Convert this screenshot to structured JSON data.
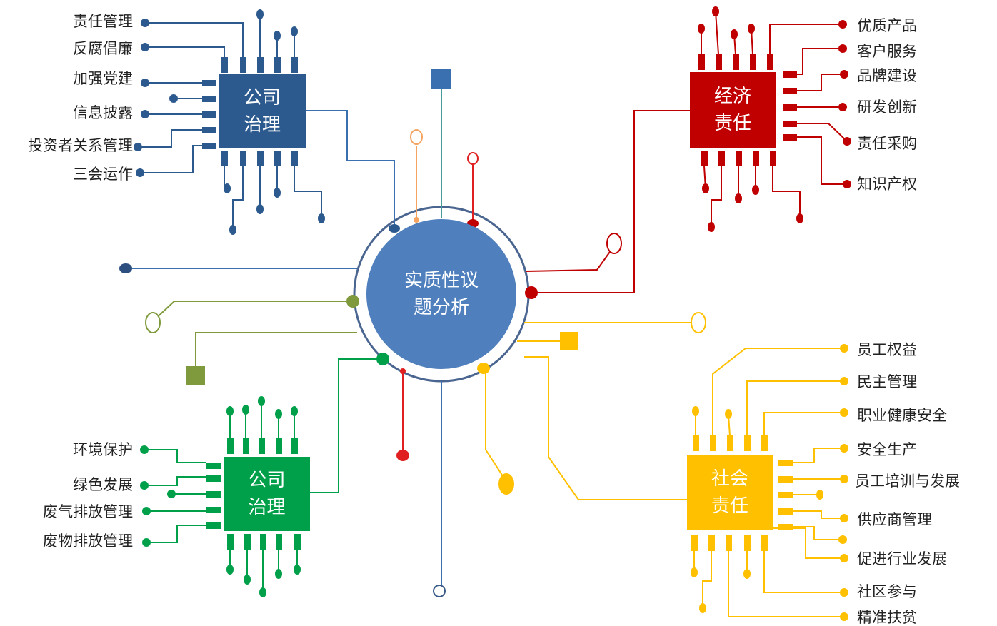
{
  "center": {
    "line1": "实质性议",
    "line2": "题分析",
    "color": "#4f7fbc"
  },
  "modules": {
    "governance": {
      "line1": "公司",
      "line2": "治理",
      "color": "#2d5a8e",
      "items": [
        "责任管理",
        "反腐倡廉",
        "加强党建",
        "信息披露",
        "投资者关系管理",
        "三会运作"
      ]
    },
    "economic": {
      "line1": "经济",
      "line2": "责任",
      "color": "#c00000",
      "items": [
        "优质产品",
        "客户服务",
        "品牌建设",
        "研发创新",
        "责任采购",
        "知识产权"
      ]
    },
    "environment": {
      "line1": "公司",
      "line2": "治理",
      "color": "#00a04a",
      "items": [
        "环境保护",
        "绿色发展",
        "废气排放管理",
        "废物排放管理"
      ]
    },
    "social": {
      "line1": "社会",
      "line2": "责任",
      "color": "#ffc000",
      "items": [
        "员工权益",
        "民主管理",
        "职业健康安全",
        "安全生产",
        "员工培训与发展",
        "供应商管理",
        "促进行业发展",
        "社区参与",
        "精准扶贫"
      ]
    }
  },
  "accent_colors": {
    "olive": "#7f9a3c",
    "orange": "#f4a460",
    "red": "#e02020",
    "line_blue": "#3a6fb0"
  }
}
